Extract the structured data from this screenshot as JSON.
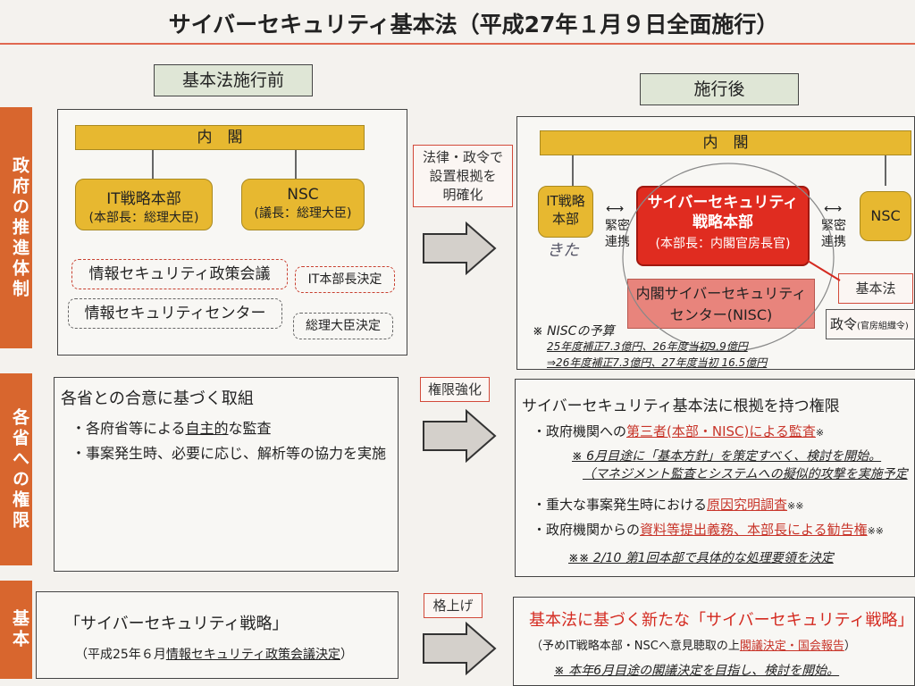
{
  "title": "サイバーセキュリティ基本法（平成27年１月９日全面施行）",
  "before": {
    "header": "基本法施行前",
    "cabinet": "内　閣",
    "it_hq": {
      "name": "IT戦略本部",
      "chief": "(本部長：総理大臣)"
    },
    "nsc": {
      "name": "NSC",
      "chief": "(議長：総理大臣)"
    },
    "council": "情報セキュリティ政策会議",
    "council_note": "IT本部長決定",
    "center": "情報セキュリティセンター",
    "center_note": "総理大臣決定"
  },
  "after": {
    "header": "施行後",
    "cabinet": "内　閣",
    "it_hq": "IT戦略\n本部",
    "cyber_hq": {
      "name": "サイバーセキュリティ\n戦略本部",
      "chief": "(本部長：内閣官房長官)"
    },
    "nsc": "NSC",
    "coop_left": "緊密\n連携",
    "coop_right": "緊密\n連携",
    "nisc": "内閣サイバーセキュリティ\nセンター(NISC)",
    "law_label": "基本法",
    "ordinance_label": "政令",
    "ordinance_sub": "(官房組織令)",
    "budget_title": "※ NISCの予算",
    "budget_1": "25年度補正7.3億円、26年度当初9.9億円",
    "budget_2": "⇒26年度補正7.3億円、27年度当初 16.5億円",
    "handwriting": "きた"
  },
  "sides": {
    "row1": "政府の推進体制",
    "row2": "各省への権限",
    "row3": "基本"
  },
  "callouts": {
    "row1": "法律・政令で\n設置根拠を\n明確化",
    "row2": "権限強化",
    "row3": "格上げ"
  },
  "row2": {
    "left_title": "各省との合意に基づく取組",
    "left_b1_pre": "・各府省等による",
    "left_b1_ul": "自主的",
    "left_b1_post": "な監査",
    "left_b2": "・事案発生時、必要に応じ、解析等の協力を実施",
    "right_title": "サイバーセキュリティ基本法に根拠を持つ権限",
    "right_b1_pre": "・政府機関への",
    "right_b1_ul": "第三者(本部・NISC)による監査",
    "right_b1_mark": "※",
    "right_note1": "※ 6月目途に「基本方針」を策定すべく、検討を開始。",
    "right_note2": "（マネジメント監査とシステムへの擬似的攻撃を実施予定",
    "right_b2_pre": "・重大な事案発生時における",
    "right_b2_ul": "原因究明調査",
    "right_b2_mark": "※※",
    "right_b3_pre": "・政府機関からの",
    "right_b3_ul": "資料等提出義務、本部長による勧告権",
    "right_b3_mark": "※※",
    "right_note3": "※※ 2/10 第1回本部で具体的な処理要領を決定"
  },
  "row3": {
    "left_title": "「サイバーセキュリティ戦略」",
    "left_sub_pre": "（平成25年６月",
    "left_sub_ul": "情報セキュリティ政策会議決定",
    "left_sub_post": "）",
    "right_title": "基本法に基づく新たな「サイバーセキュリティ戦略」",
    "right_sub_pre": "（予めIT戦略本部・NSCへ意見聴取の上",
    "right_sub_ul": "閣議決定・国会報告",
    "right_sub_post": "）",
    "right_note": "※ 本年6月目途の閣議決定を目指し、検討を開始。"
  },
  "colors": {
    "accent_red": "#d8352a",
    "gold": "#e7b830",
    "orange": "#d8662e",
    "pink": "#e8847c"
  }
}
